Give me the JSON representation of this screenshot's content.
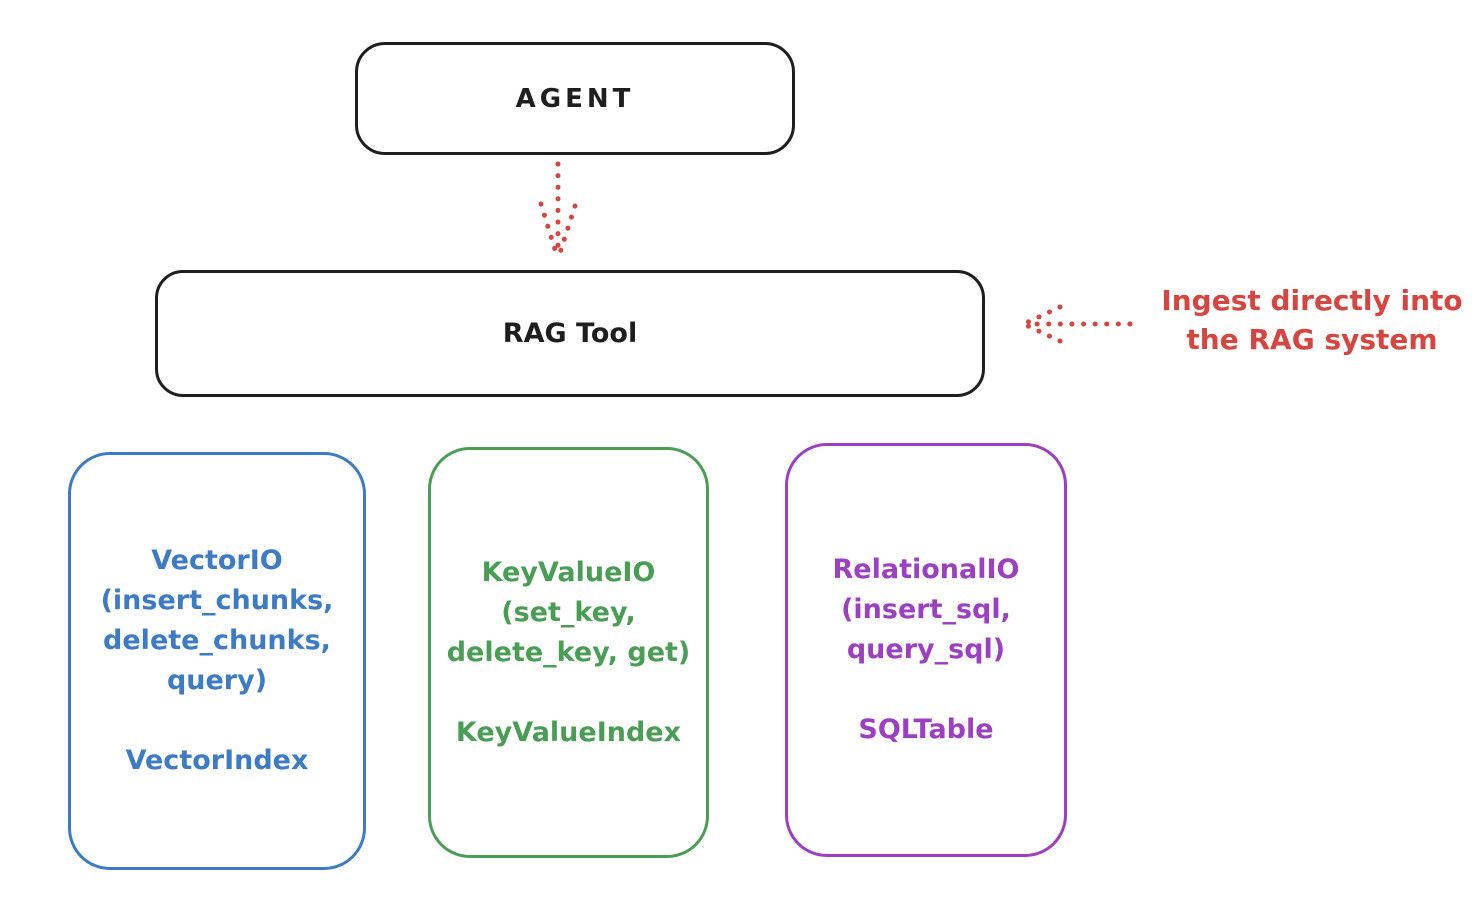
{
  "diagram": {
    "agent_box": {
      "label": "AGENT"
    },
    "rag_tool_box": {
      "label": "RAG Tool"
    },
    "annotation": {
      "line1": "Ingest directly into",
      "line2": "the RAG system"
    },
    "storage_boxes": [
      {
        "name": "vector-io",
        "color": "#3d7bc4",
        "lines": [
          "VectorIO",
          "(insert_chunks,",
          "delete_chunks,",
          "query)"
        ],
        "index_label": "VectorIndex"
      },
      {
        "name": "keyvalue-io",
        "color": "#4a9d55",
        "lines": [
          "KeyValueIO",
          "(set_key,",
          "delete_key, get)"
        ],
        "index_label": "KeyValueIndex"
      },
      {
        "name": "relational-io",
        "color": "#9c3fc0",
        "lines": [
          "RelationalIO",
          "(insert_sql,",
          "query_sql)"
        ],
        "index_label": "SQLTable"
      }
    ],
    "colors": {
      "outline": "#1e1e1e",
      "accent_red": "#d6453f",
      "vector_blue": "#3d7bc4",
      "keyvalue_green": "#4a9d55",
      "relational_purple": "#9c3fc0"
    }
  }
}
